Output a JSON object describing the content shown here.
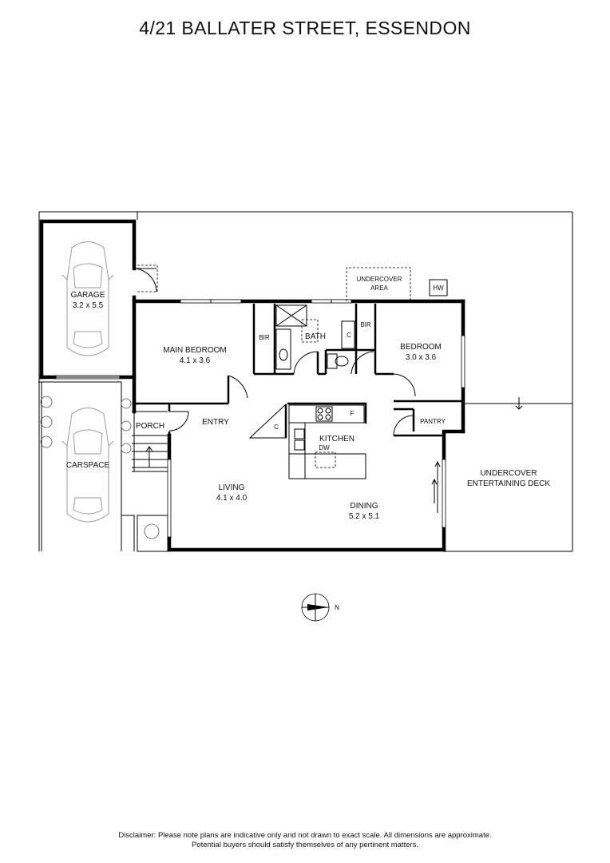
{
  "title": "4/21 BALLATER STREET, ESSENDON",
  "rooms": {
    "garage": {
      "name": "GARAGE",
      "size": "3.2 x 5.5"
    },
    "carspace": {
      "name": "CARSPACE"
    },
    "porch": {
      "name": "PORCH"
    },
    "main_bedroom": {
      "name": "MAIN BEDROOM",
      "size": "4.1 x 3.6"
    },
    "bir_main": {
      "name": "BIR"
    },
    "bath": {
      "name": "BATH"
    },
    "cupboard_bath": {
      "name": "C"
    },
    "bir_bed": {
      "name": "BIR"
    },
    "bedroom": {
      "name": "BEDROOM",
      "size": "3.0 x 3.6"
    },
    "undercover_area": {
      "line1": "UNDERCOVER",
      "line2": "AREA"
    },
    "hot_water": {
      "name": "HW"
    },
    "entry": {
      "name": "ENTRY"
    },
    "cupboard_entry": {
      "name": "C"
    },
    "kitchen": {
      "name": "KITCHEN"
    },
    "fridge": {
      "name": "F"
    },
    "dishwasher": {
      "name": "DW"
    },
    "pantry": {
      "name": "PANTRY"
    },
    "living": {
      "name": "LIVING",
      "size": "4.1 x 4.0"
    },
    "dining": {
      "name": "DINING",
      "size": "5.2 x 5.1"
    },
    "deck": {
      "line1": "UNDERCOVER",
      "line2": "ENTERTAINING DECK"
    }
  },
  "compass": {
    "label": "N"
  },
  "disclaimer": {
    "line1": "Disclaimer: Please note plans are indicative only and not drawn to exact scale. All dimensions are approximate.",
    "line2": "Potential buyers should satisfy themselves of any pertinent matters."
  }
}
